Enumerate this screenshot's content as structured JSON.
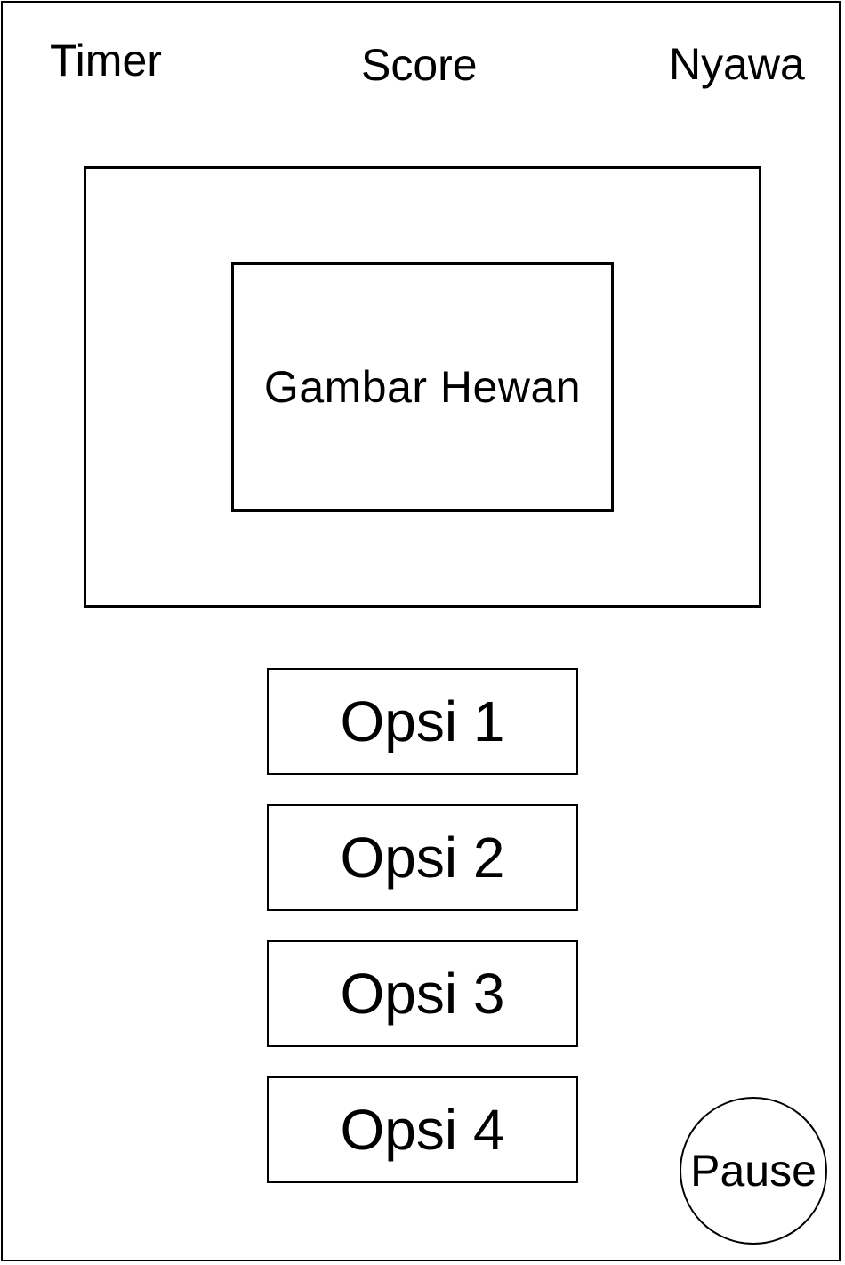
{
  "hud": {
    "timer_label": "Timer",
    "score_label": "Score",
    "lives_label": "Nyawa"
  },
  "question": {
    "image_placeholder": "Gambar Hewan"
  },
  "options": [
    {
      "label": "Opsi 1"
    },
    {
      "label": "Opsi 2"
    },
    {
      "label": "Opsi 3"
    },
    {
      "label": "Opsi 4"
    }
  ],
  "controls": {
    "pause_label": "Pause"
  }
}
